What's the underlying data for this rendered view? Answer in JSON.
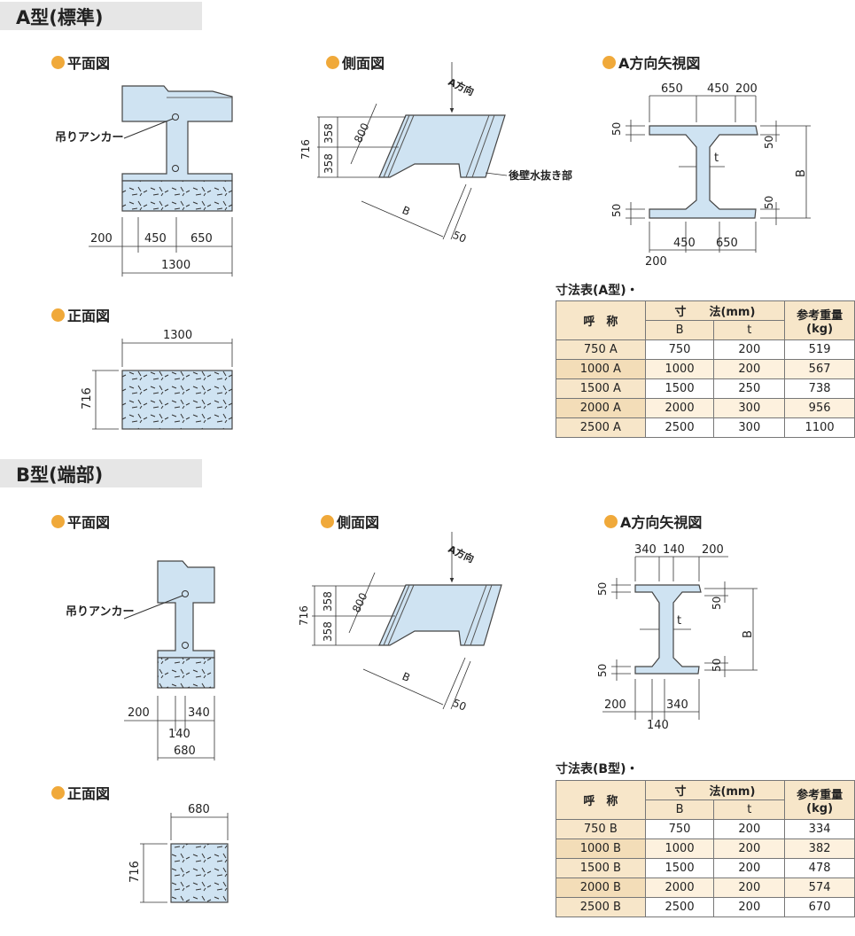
{
  "sections": {
    "a": {
      "title": "A型(標準)",
      "plan_title": "平面図",
      "side_title": "側面図",
      "arrow_title": "A方向矢視図",
      "front_title": "正面図",
      "anchor_label": "吊りアンカー",
      "drain_label": "後壁水抜き部",
      "dir_label": "A方向",
      "plan_dims": [
        "200",
        "450",
        "650",
        "1300"
      ],
      "front_dims": [
        "1300",
        "716"
      ],
      "side_dims": [
        "716",
        "358",
        "358",
        "800",
        "B",
        "50"
      ],
      "arrow_dims": [
        "650",
        "450",
        "200",
        "50",
        "50",
        "50",
        "50",
        "t",
        "B",
        "450",
        "650",
        "200"
      ],
      "table": {
        "title": "寸法表(A型)・",
        "h_name": "呼　称",
        "h_dim": "寸　　法(mm)",
        "h_weight": "参考重量",
        "h_unit": "(kg)",
        "h_b": "B",
        "h_t": "t",
        "rows": [
          {
            "name": "750 A",
            "b": "750",
            "t": "200",
            "w": "519"
          },
          {
            "name": "1000 A",
            "b": "1000",
            "t": "200",
            "w": "567"
          },
          {
            "name": "1500 A",
            "b": "1500",
            "t": "250",
            "w": "738"
          },
          {
            "name": "2000 A",
            "b": "2000",
            "t": "300",
            "w": "956"
          },
          {
            "name": "2500 A",
            "b": "2500",
            "t": "300",
            "w": "1100"
          }
        ]
      }
    },
    "b": {
      "title": "B型(端部)",
      "plan_title": "平面図",
      "side_title": "側面図",
      "arrow_title": "A方向矢視図",
      "front_title": "正面図",
      "anchor_label": "吊りアンカー",
      "dir_label": "A方向",
      "plan_dims": [
        "200",
        "340",
        "140",
        "680"
      ],
      "front_dims": [
        "680",
        "716"
      ],
      "side_dims": [
        "716",
        "358",
        "358",
        "800",
        "B",
        "50"
      ],
      "arrow_dims": [
        "340",
        "140",
        "200",
        "50",
        "50",
        "50",
        "50",
        "t",
        "B",
        "200",
        "340",
        "140"
      ],
      "table": {
        "title": "寸法表(B型)・",
        "h_name": "呼　称",
        "h_dim": "寸　　法(mm)",
        "h_weight": "参考重量",
        "h_unit": "(kg)",
        "h_b": "B",
        "h_t": "t",
        "rows": [
          {
            "name": "750 B",
            "b": "750",
            "t": "200",
            "w": "334"
          },
          {
            "name": "1000 B",
            "b": "1000",
            "t": "200",
            "w": "382"
          },
          {
            "name": "1500 B",
            "b": "1500",
            "t": "200",
            "w": "478"
          },
          {
            "name": "2000 B",
            "b": "2000",
            "t": "200",
            "w": "574"
          },
          {
            "name": "2500 B",
            "b": "2500",
            "t": "200",
            "w": "670"
          }
        ]
      }
    }
  },
  "colors": {
    "concrete": "#cfe3f2",
    "band": "#e6e6e6",
    "bullet": "#f0a93a",
    "table_header": "#f7e6c9"
  }
}
